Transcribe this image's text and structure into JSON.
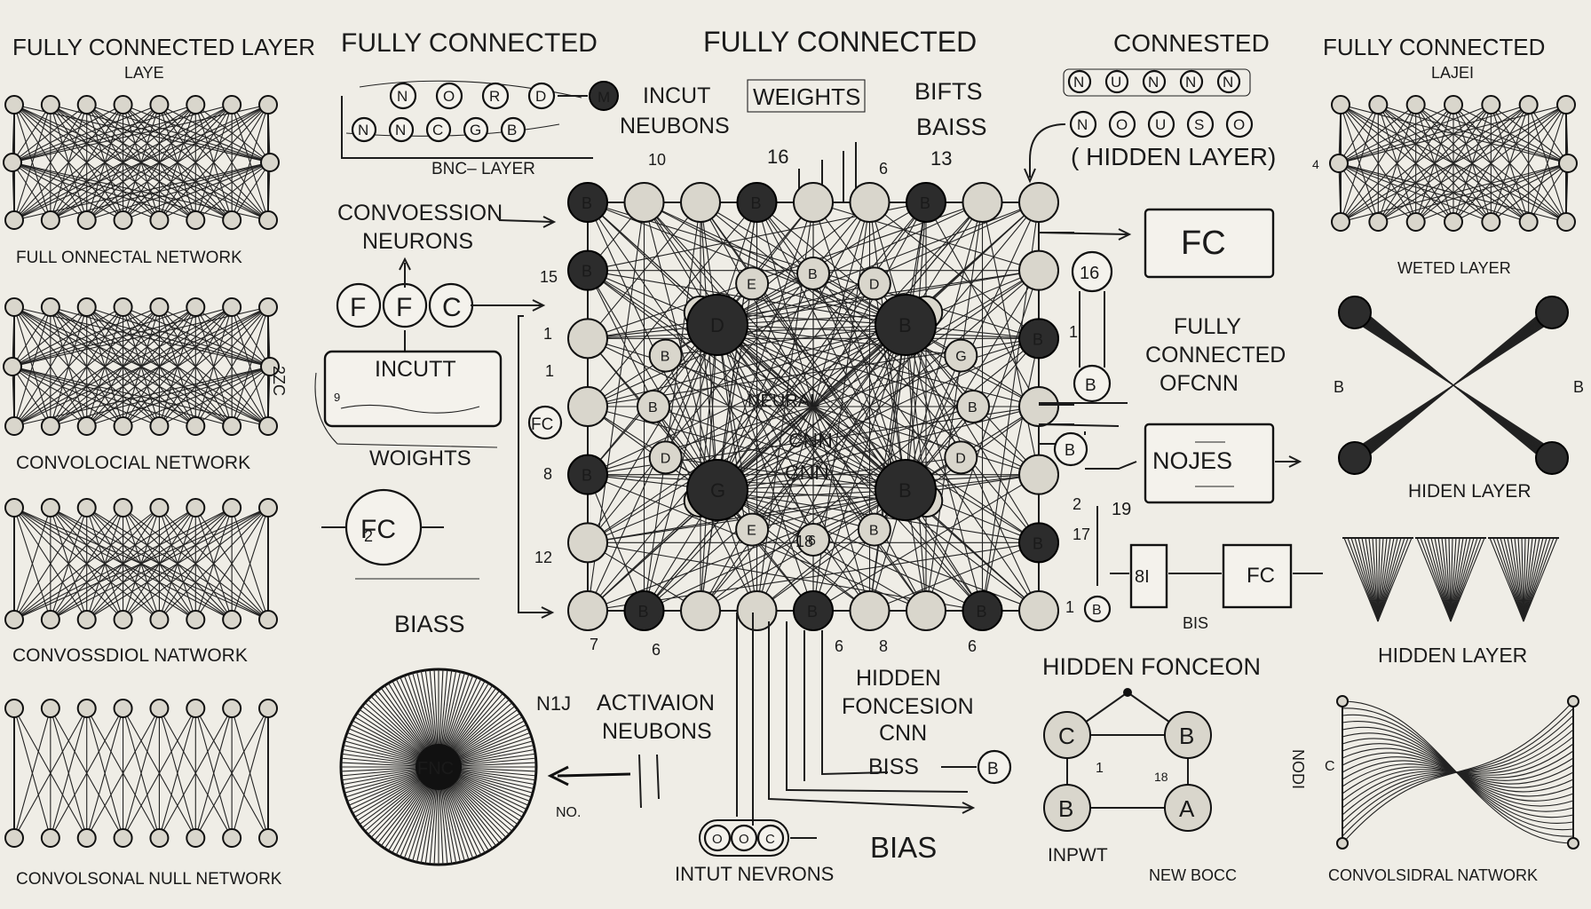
{
  "titles": {
    "top_left": "FULLY CONNECTED LAYER",
    "top_left_sub": "LAYE",
    "top_center_left": "FULLY CONNECTED",
    "top_center": "FULLY CONNECTED",
    "top_right_center": "CONNESTED",
    "top_right": "FULLY CONNECTED",
    "top_right_sub": "LAJEI"
  },
  "left_panels": [
    "FULL ONNECTAL NETWORK",
    "CONVOLOCIAL NETWORK",
    "CONVOSSDIOL NATWORK",
    "CONVOLSONAL NULL NETWORK"
  ],
  "right_panels": [
    "WETED LAYER",
    "HIDEN LAYER",
    "HIDDEN LAYER",
    "CONVOLSIDRAL NATWORK"
  ],
  "right_side_marks": {
    "b_left": "B",
    "b_right": "B",
    "num": "4",
    "c": "C",
    "vertical": "NODI"
  },
  "left_side_marks": {
    "side_mark": "2ZC"
  },
  "labels": {
    "input_layer_strip": "BNC– LAYER",
    "incut_neurons": "INCUT\nNEUBONS",
    "weights_top": "WEIGHTS",
    "bifts_baiss": "BIFTS\nBAISS",
    "hidden_layer_paren": "( HIDDEN LAYER)",
    "convolution_neurons": "CONVOESSION\nNEURONS",
    "fc_box": "FC",
    "fully_connected_cnn": "FULLY\nCONNECTED\nOFCNN",
    "nojes_box": "NOJES",
    "incutt_box": "INCUTT",
    "woights": "WOIGHTS",
    "fc_circle": "FC",
    "biass_left": "BIASS",
    "activation_neurons": "ACTIVAION\nNEUBONS",
    "n1": "N1J",
    "hidden_foncesion": "HIDDEN\nFONCESION\nCNN",
    "biss_mid": "BISS",
    "hidden_fonceon": "HIDDEN FONCEON",
    "bias_bottom": "BIAS",
    "intut_neurons": "INTUT NEVRONS",
    "input_bottom": "INPWT",
    "new_bottom": "NEW BOCC",
    "bis_small": "BIS",
    "fc_small_box": "FC",
    "fc_small_left": "FC",
    "center_cnn_1": "CNN",
    "center_cnn_2": "CNN",
    "center_neral": "NEURAL",
    "fnc": "FNC",
    "no_label": "NO.",
    "eight_i": "8I"
  },
  "fcc_circles": [
    "F",
    "F",
    "C"
  ],
  "top_strip_1": [
    "N",
    "O",
    "R",
    "D"
  ],
  "top_strip_2": [
    "N",
    "N",
    "C",
    "G",
    "B"
  ],
  "top_right_strip_1": [
    "N",
    "U",
    "N",
    "N",
    "N"
  ],
  "top_right_strip_2": [
    "N",
    "O",
    "U",
    "S",
    "O"
  ],
  "numbers": {
    "n_16_top": "16",
    "n_6_top": "6",
    "n_13_top": "13",
    "n_15": "15",
    "n_1_a": "1",
    "n_1_b": "1",
    "n_8": "8",
    "n_12": "12",
    "n_7": "7",
    "n_6_bottom": "6",
    "n_6_b2": "6",
    "n_8_b": "8",
    "n_6_c": "6",
    "n_16_right": "16",
    "n_19": "19",
    "n_1r": "1",
    "n_2r": "2",
    "n_17": "17",
    "n_18": "18",
    "n_1_right_bottom": "1",
    "n_1_right_mid": "1",
    "n_10": "10",
    "n_18_center": "18"
  },
  "hidden_fonceon_nodes": [
    "C",
    "B",
    "B",
    "A"
  ],
  "side_b_nodes": [
    "B",
    "B"
  ],
  "bias_node": "B",
  "bottom_small_nodes": [
    "O",
    "O",
    "C"
  ],
  "colors": {
    "background": "#efede6",
    "ink": "#1a1a1a",
    "node_dark": "#2c2c2c",
    "node_light": "#d9d6cc"
  }
}
